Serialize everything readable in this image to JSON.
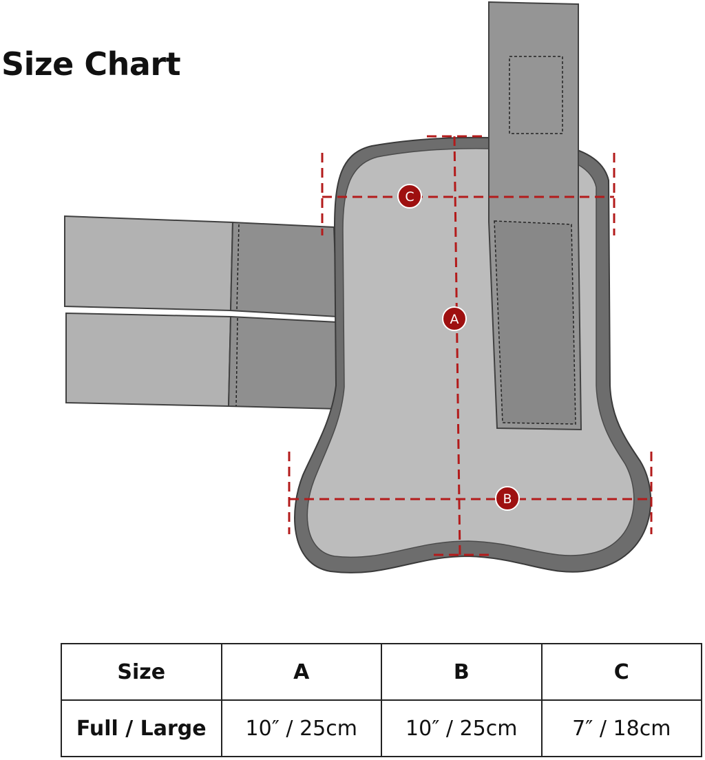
{
  "title": "Size Chart",
  "colors": {
    "dimension_line": "#b31b1b",
    "marker_fill": "#9e1010",
    "boot_fill": "#bcbcbc",
    "boot_rim": "#6d6d6d",
    "strap_light": "#b2b2b2",
    "strap_dark": "#8f8f8f",
    "outline": "#404040"
  },
  "markers": {
    "a": "A",
    "b": "B",
    "c": "C"
  },
  "table": {
    "headers": [
      "Size",
      "A",
      "B",
      "C"
    ],
    "rows": [
      {
        "size": "Full / Large",
        "a": "10″ / 25cm",
        "b": "10″ / 25cm",
        "c": "7″ / 18cm"
      }
    ]
  }
}
